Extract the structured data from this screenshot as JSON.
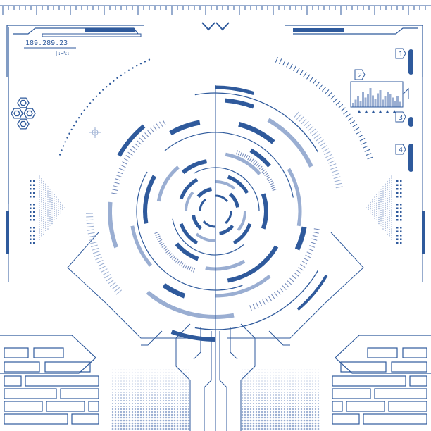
{
  "readout": {
    "value": "189.289.23",
    "sub": "|:~%:"
  },
  "side_numbers": [
    "1",
    "2",
    "3",
    "4"
  ],
  "colors": {
    "primary": "#2f5a9c",
    "light": "#9aaed2",
    "grid": "#6f86b8"
  },
  "icons": {
    "chevron": "double-chevron-down-icon",
    "hex": "hexagon-cluster-icon",
    "crosshair": "crosshair-icon"
  },
  "graph": {
    "bars": [
      0.2,
      0.35,
      0.5,
      0.3,
      0.7,
      0.45,
      0.6,
      0.9,
      0.55,
      0.4,
      0.65,
      0.8,
      0.35,
      0.5,
      0.7,
      0.6,
      0.45,
      0.3,
      0.5,
      0.25
    ]
  }
}
